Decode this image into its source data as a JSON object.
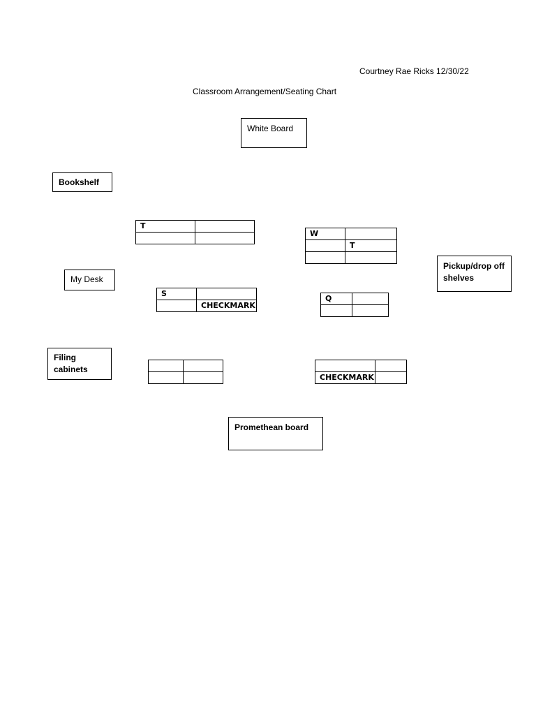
{
  "header": {
    "author_date": "Courtney Rae Ricks 12/30/22",
    "title": "Classroom Arrangement/Seating Chart"
  },
  "fixtures": {
    "white_board": "White Board",
    "bookshelf": "Bookshelf",
    "my_desk": "My Desk",
    "pickup_line1": "Pickup/drop off",
    "pickup_line2": "shelves",
    "filing_line1": "Filing",
    "filing_line2": "cabinets",
    "promethean_board": "Promethean board"
  },
  "desks": {
    "d1": [
      [
        "T",
        ""
      ],
      [
        "",
        ""
      ]
    ],
    "d2": [
      [
        "W",
        ""
      ],
      [
        "",
        "T"
      ],
      [
        "",
        ""
      ]
    ],
    "d3": [
      [
        "S",
        ""
      ],
      [
        "",
        "CHECKMARK"
      ]
    ],
    "d4": [
      [
        "Q",
        ""
      ],
      [
        "",
        ""
      ]
    ],
    "d5": [
      [
        "",
        ""
      ],
      [
        "",
        ""
      ]
    ],
    "d6": [
      [
        "",
        ""
      ],
      [
        "CHECKMARK",
        ""
      ]
    ]
  }
}
